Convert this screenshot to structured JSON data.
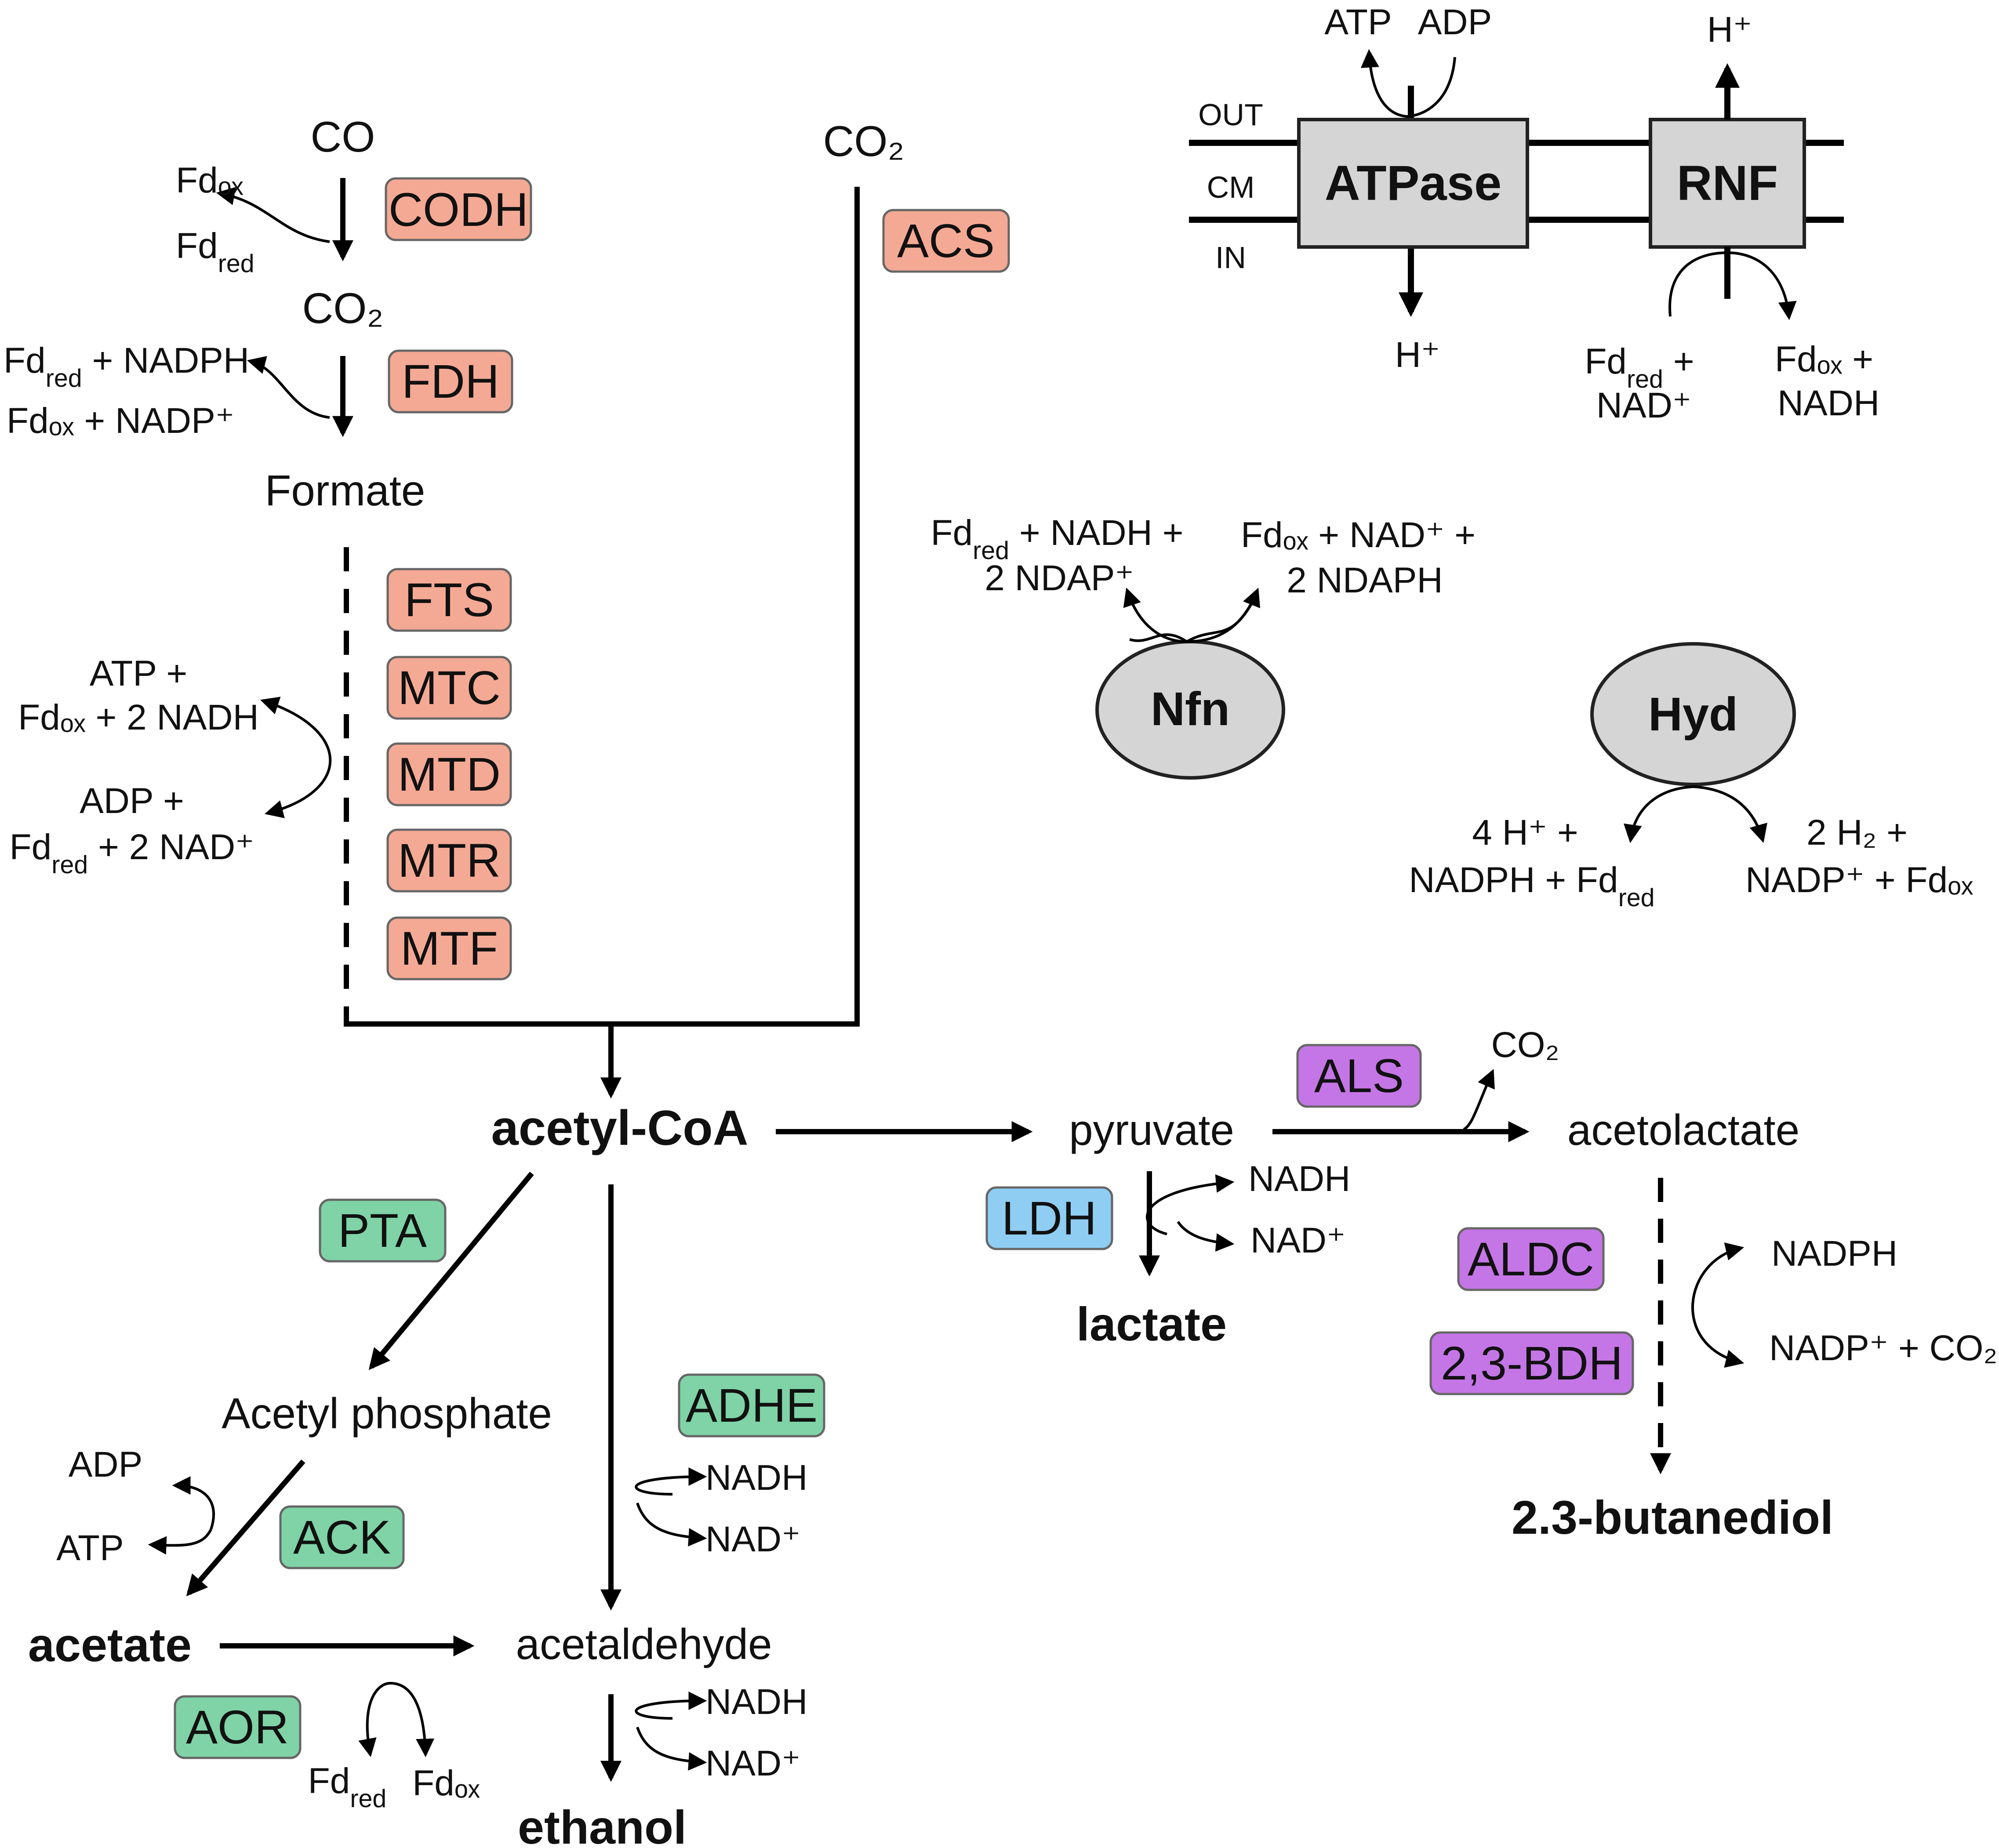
{
  "colors": {
    "wl_enzyme": "#f4a994",
    "product_enzyme": "#7fd3a6",
    "ldh_enzyme": "#8fcdf3",
    "bdo_enzyme": "#c576e6",
    "complex_gray": "#d5d5d5",
    "acetyl_coa": "#c0391b",
    "green_product": "#1ea84b",
    "lactate": "#22a7e3",
    "butanediol": "#9d33cc"
  },
  "metabolites": {
    "co": "CO",
    "co2_codh": "CO₂",
    "formate": "Formate",
    "co2_acs": "CO₂",
    "acetyl_coa": "acetyl-CoA",
    "pyruvate": "pyruvate",
    "acetolactate": "acetolactate",
    "co2_als": "CO₂",
    "lactate": "lactate",
    "butanediol": "2.3-butanediol",
    "acetyl_phosphate": "Acetyl phosphate",
    "acetate": "acetate",
    "acetaldehyde": "acetaldehyde",
    "ethanol": "ethanol"
  },
  "enzymes": {
    "codh": "CODH",
    "fdh": "FDH",
    "fts": "FTS",
    "mtc": "MTC",
    "mtd": "MTD",
    "mtr": "MTR",
    "mtf": "MTF",
    "acs": "ACS",
    "pta": "PTA",
    "ack": "ACK",
    "aor": "AOR",
    "adhe": "ADHE",
    "ldh": "LDH",
    "als": "ALS",
    "aldc": "ALDC",
    "bdh": "2,3-BDH"
  },
  "cofactors": {
    "codh_fdox": "Fdₒₓ",
    "codh_fdred": "Fd_red",
    "fdh_in": "Fd_red + NADPH",
    "fdh_out": "Fdₒₓ + NADP⁺",
    "wl_in_1": "ATP +",
    "wl_in_2": "Fdₒₓ + 2 NADH",
    "wl_out_1": "ADP +",
    "wl_out_2": "Fd_red + 2 NAD⁺",
    "ack_adp": "ADP",
    "ack_atp": "ATP",
    "aor_fdred": "Fd_red",
    "aor_fdox": "Fdₒₓ",
    "adhe_nadh": "NADH",
    "adhe_nad": "NAD⁺",
    "eth_nadh": "NADH",
    "eth_nad": "NAD⁺",
    "ldh_nadh": "NADH",
    "ldh_nad": "NAD⁺",
    "bdo_nadph": "NADPH",
    "bdo_nadp_co2": "NADP⁺ + CO₂"
  },
  "membrane": {
    "out": "OUT",
    "cm": "CM",
    "in": "IN",
    "atpase": "ATPase",
    "rnf": "RNF",
    "atp": "ATP",
    "adp": "ADP",
    "atpase_h": "H⁺",
    "rnf_h": "H⁺",
    "rnf_in_1": "Fd_red +",
    "rnf_in_2": "NAD⁺",
    "rnf_out_1": "Fdₒₓ +",
    "rnf_out_2": "NADH"
  },
  "nfn": {
    "label": "Nfn",
    "in_1": "Fd_red + NADH +",
    "in_2": "2 NDAP⁺",
    "out_1": "Fdₒₓ + NAD⁺ +",
    "out_2": "2 NDAPH"
  },
  "hyd": {
    "label": "Hyd",
    "in_1": "4 H⁺ +",
    "in_2": "NADPH + Fd_red",
    "out_1": "2 H₂ +",
    "out_2": "NADP⁺ + Fdₒₓ"
  }
}
